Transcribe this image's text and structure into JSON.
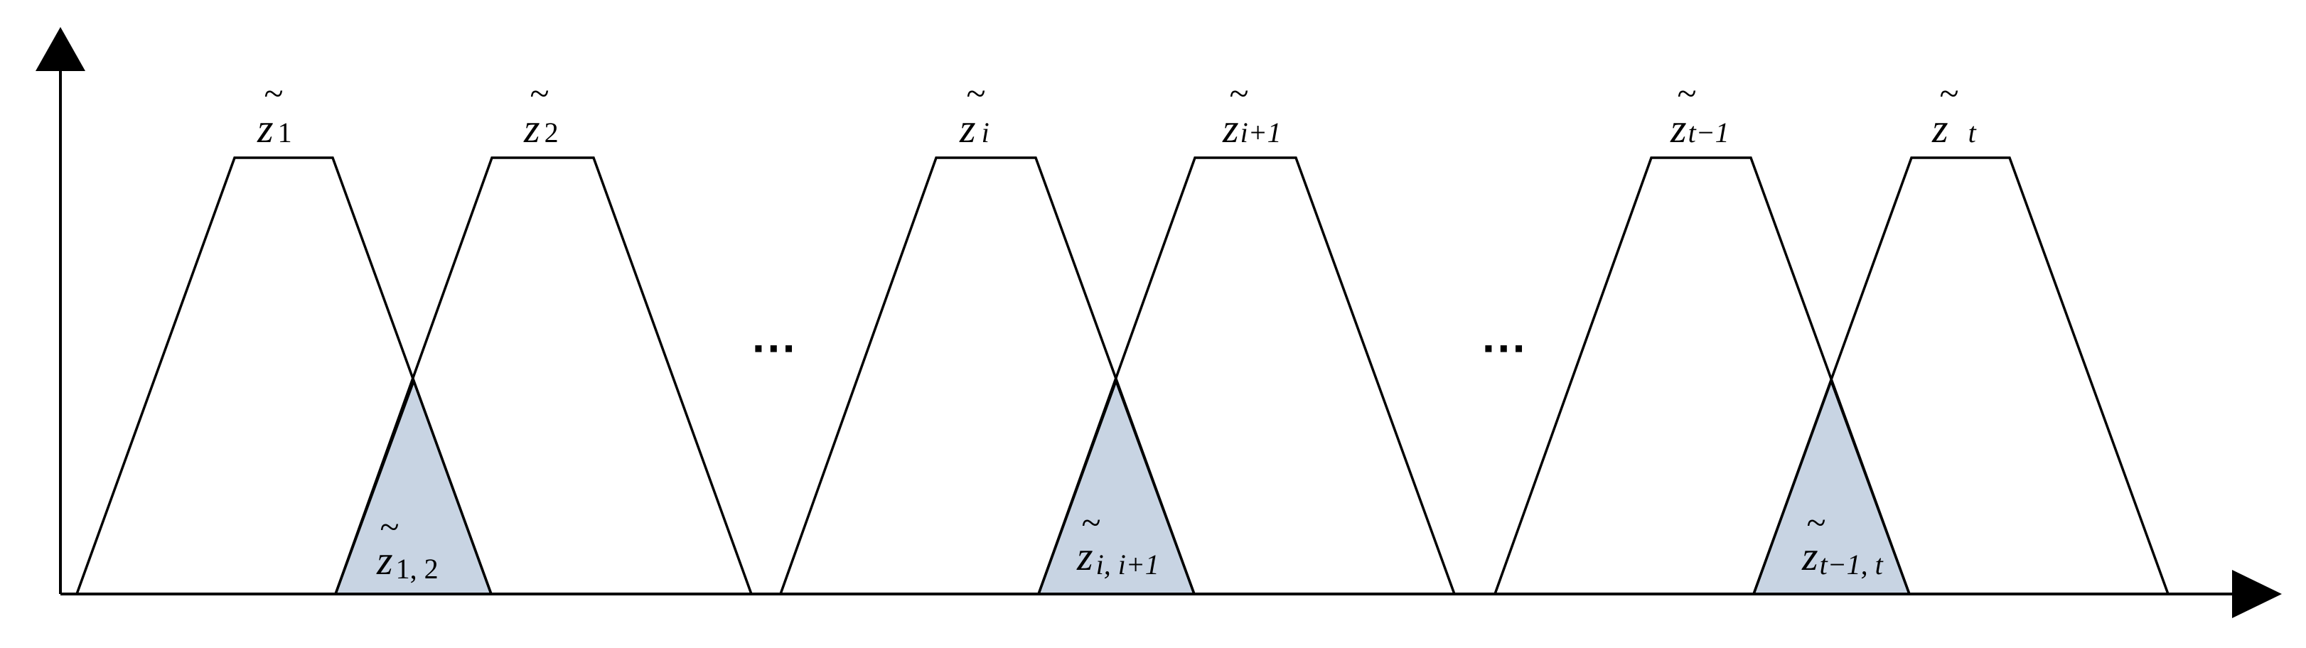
{
  "membership_functions": [
    {
      "id": "z1",
      "symbol": "z",
      "tilde": "~",
      "subscript": "1",
      "subscript_style": "upright"
    },
    {
      "id": "z2",
      "symbol": "z",
      "tilde": "~",
      "subscript": "2",
      "subscript_style": "upright"
    },
    {
      "id": "zi",
      "symbol": "z",
      "tilde": "~",
      "subscript": "i",
      "subscript_style": "italic"
    },
    {
      "id": "zi1",
      "symbol": "z",
      "tilde": "~",
      "subscript": "i+1",
      "subscript_style": "mixed"
    },
    {
      "id": "zt1",
      "symbol": "z",
      "tilde": "~",
      "subscript": "t−1",
      "subscript_style": "mixed"
    },
    {
      "id": "zt",
      "symbol": "z",
      "tilde": "~",
      "subscript": "t",
      "subscript_style": "italic"
    }
  ],
  "overlaps": [
    {
      "id": "z12",
      "symbol": "z",
      "tilde": "~",
      "subscript": "1, 2",
      "fill": "#c8d4e3"
    },
    {
      "id": "zii1",
      "symbol": "z",
      "tilde": "~",
      "subscript": "i, i+1",
      "fill": "#c8d4e3"
    },
    {
      "id": "zt1t",
      "symbol": "z",
      "tilde": "~",
      "subscript": "t−1, t",
      "fill": "#c8d4e3"
    }
  ],
  "ellipsis": [
    "···",
    "···"
  ],
  "colors": {
    "line": "#000000",
    "overlap_fill": "#c8d4e3",
    "background": "#ffffff"
  }
}
